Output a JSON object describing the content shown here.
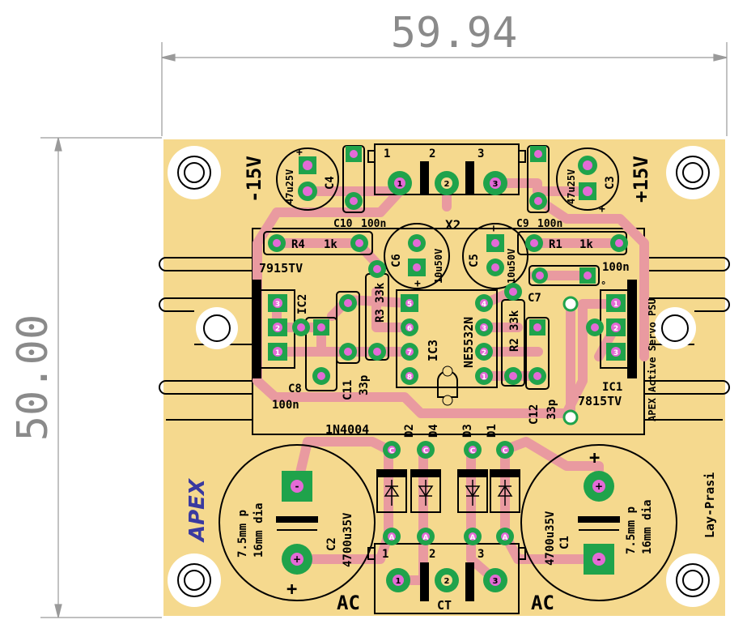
{
  "dimensions": {
    "width": "59.94",
    "height": "50.00"
  },
  "colors": {
    "board": "#f5d98e",
    "trace": "#e99aa0",
    "pad": "#1fa34b",
    "pad_hole": "#e36ad6",
    "silk": "#000000",
    "logo": "#3a3aa0",
    "dimension": "#8a8a8a"
  },
  "labels": {
    "neg15": "-15V",
    "pos15": "+15V",
    "c4": "C4",
    "c4v": "47u25V",
    "c3": "C3",
    "c3v": "47u25V",
    "x2": "X2",
    "x2p1": "1",
    "x2p2": "2",
    "x2p3": "3",
    "c10": "C10",
    "c10v": "100n",
    "c9": "C9",
    "c9v": "100n",
    "r4": "R4",
    "r4v": "1k",
    "r1": "R1",
    "r1v": "1k",
    "c6": "C6",
    "c6v": "10u50V",
    "c5": "C5",
    "c5v": "10u50V",
    "c7": "C7",
    "c7v": "100n",
    "psu": "APEX Active Servo PSU",
    "ic2type": "7915TV",
    "ic2": "IC2",
    "r3": "R3",
    "r3v": "33k",
    "ic3": "IC3",
    "ic3type": "NE5532N",
    "r2": "R2",
    "r2v": "33k",
    "c8": "C8",
    "c8v": "100n",
    "c11": "C11",
    "c11v": "33p",
    "c12": "C12",
    "c12v": "33p",
    "ic1": "IC1",
    "ic1type": "7815TV",
    "diode_type": "1N4004",
    "d2": "D2",
    "d4": "D4",
    "d3": "D3",
    "d1": "D1",
    "logo": "APEX",
    "lay": "Lay-Prasi",
    "c2": "C2",
    "c2v": "4700u35V",
    "c1": "C1",
    "c1v": "4700u35V",
    "cap_spec_p": "7.5mm p",
    "cap_spec_d": "16mm dia",
    "ac_left": "AC",
    "ac_right": "AC",
    "ct": "CT",
    "x1p1": "1",
    "x1p2": "2",
    "x1p3": "3",
    "plus": "+",
    "minus": "-",
    "deg": "°"
  },
  "pad_marks": {
    "one": "1",
    "two": "2",
    "three": "3",
    "four": "4",
    "five": "5",
    "six": "6",
    "seven": "7",
    "eight": "8",
    "c": "C",
    "a": "A",
    "plus": "+",
    "minus": "-"
  }
}
